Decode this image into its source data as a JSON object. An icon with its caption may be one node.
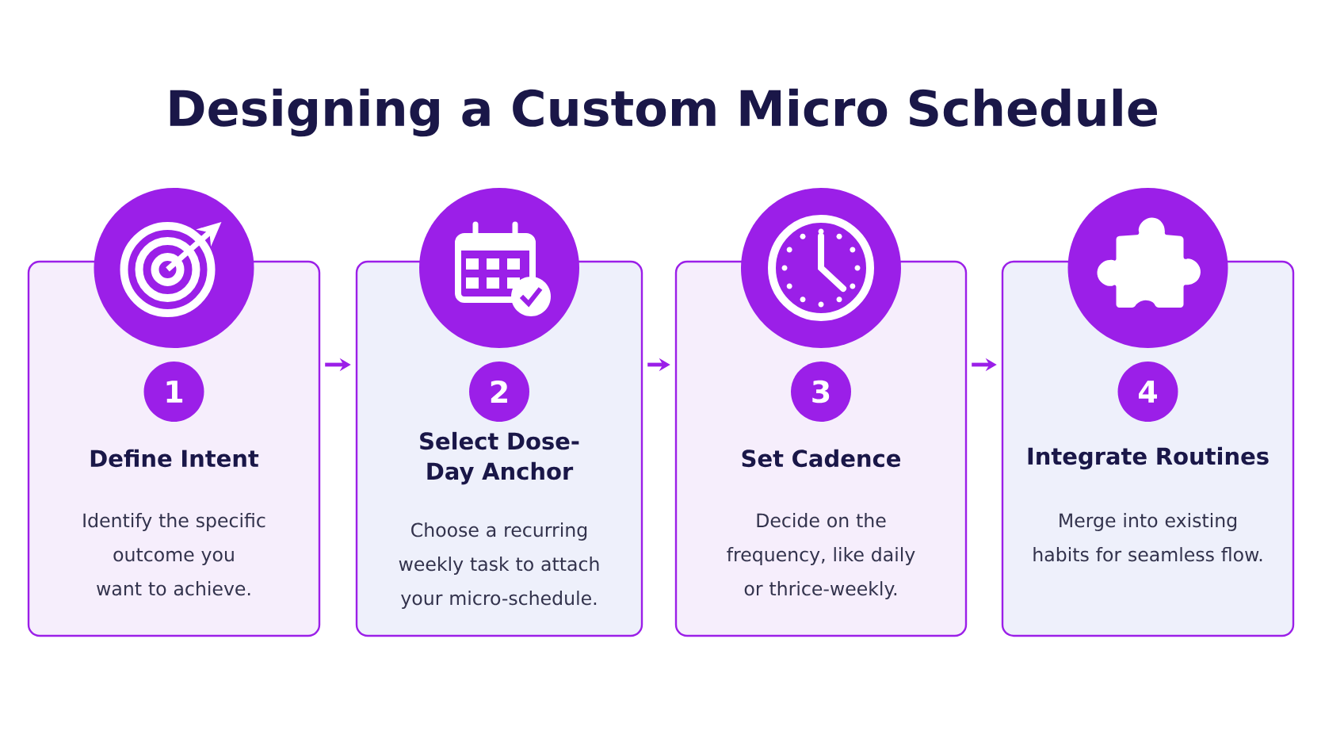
{
  "diagram": {
    "title": "Designing a Custom Micro Schedule",
    "nodes": [
      {
        "text": [
          "Define Intent",
          "Identify the specific outcome you want to achieve."
        ]
      },
      {
        "text": [
          "1"
        ],
        "in": 0
      },
      {
        "text": [
          "Select Dose-Day Anchor",
          "Choose a recurring weekly task to attach your micro-schedule."
        ]
      },
      {
        "text": [
          "2"
        ],
        "in": 2
      },
      {
        "text": [
          "Set Cadence",
          "Decide on the frequency, like daily or thrice-weekly."
        ]
      },
      {
        "text": [
          "3"
        ],
        "in": 4
      },
      {
        "text": [
          "Integrate Routines",
          "Merge into existing habits for seamless flow."
        ]
      },
      {
        "text": [
          "4"
        ],
        "in": 6
      }
    ],
    "edges": [
      {
        "from": 0,
        "to": 2,
        "arrow": "to"
      },
      {
        "from": 2,
        "to": 4,
        "arrow": "to"
      },
      {
        "from": 4,
        "to": 6,
        "arrow": "to"
      }
    ]
  }
}
